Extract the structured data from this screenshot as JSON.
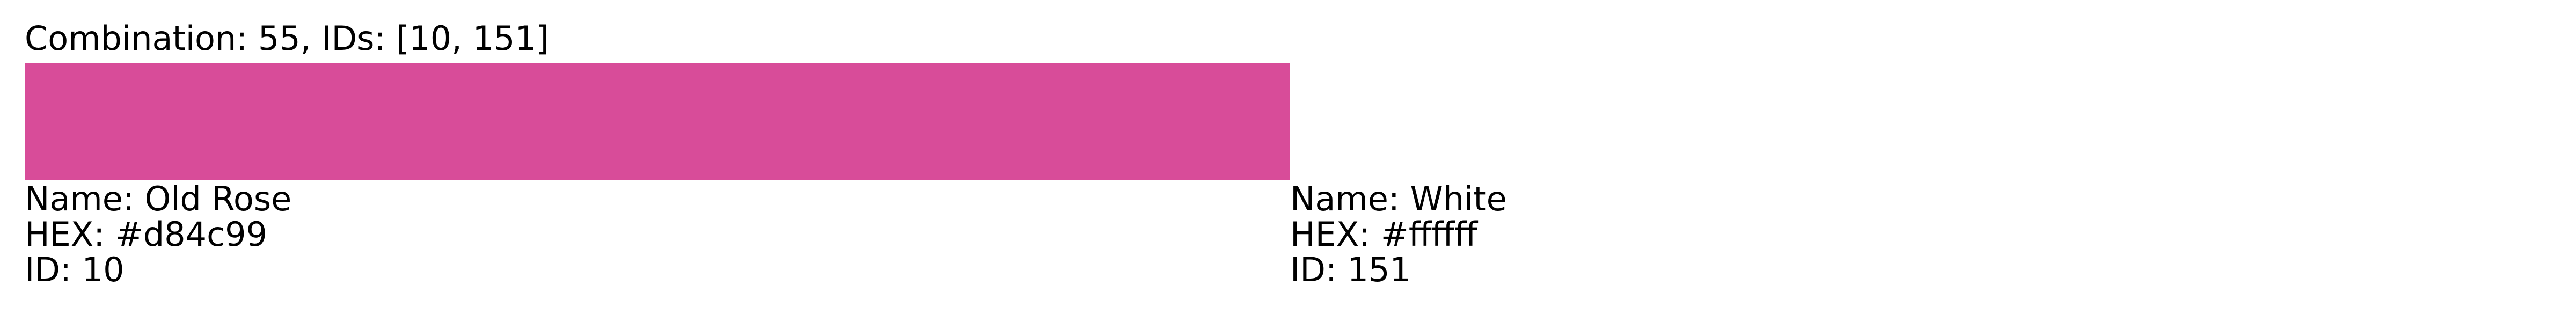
{
  "title": "Combination: 55, IDs: [10, 151]",
  "colors": [
    {
      "name_line": "Name: Old Rose",
      "hex_line": "HEX: #d84c99",
      "id_line": "ID: 10",
      "hex": "#d84c99"
    },
    {
      "name_line": "Name: White",
      "hex_line": "HEX: #ffffff",
      "id_line": "ID: 151",
      "hex": "#ffffff"
    }
  ]
}
